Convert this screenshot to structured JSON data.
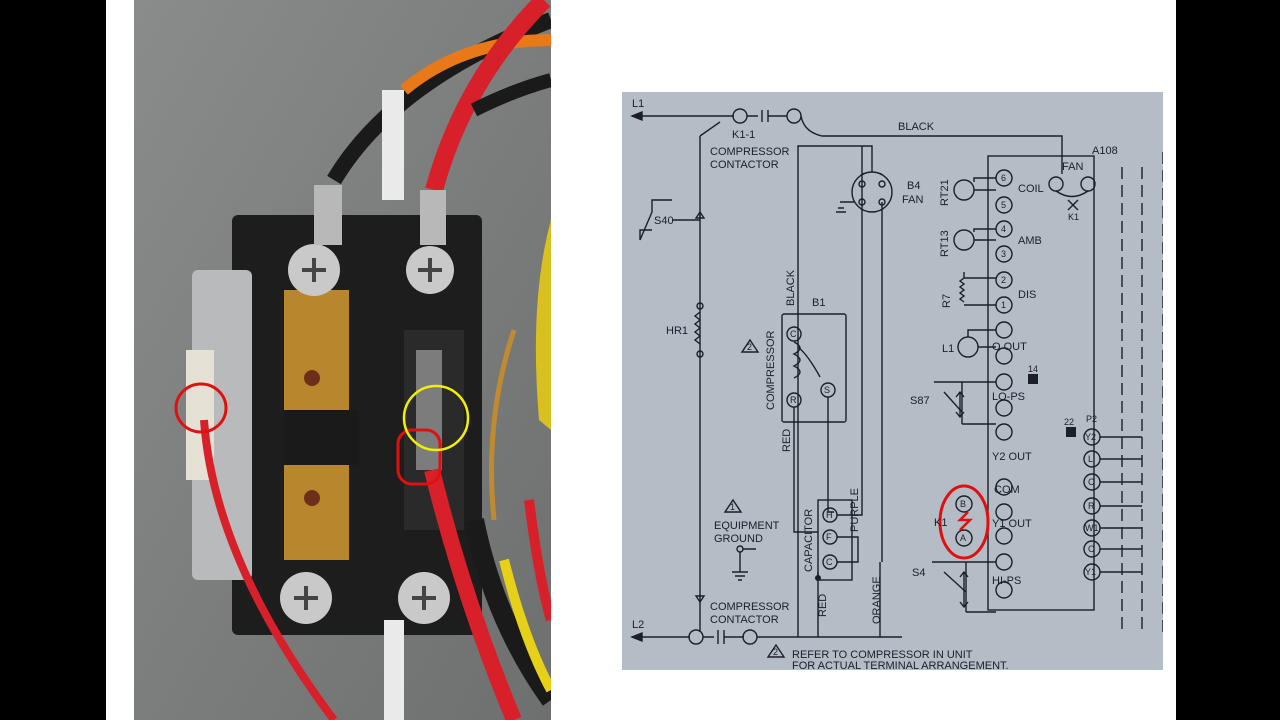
{
  "photo": {
    "description_icon": "contactor-photo-icon",
    "annotation_color": "#e01010",
    "highlight_color": "#f2f000"
  },
  "diagram": {
    "l1": "L1",
    "l2": "L2",
    "k1_1": "K1-1",
    "compressor_contactor_top_1": "COMPRESSOR",
    "compressor_contactor_top_2": "CONTACTOR",
    "compressor_contactor_bot_1": "COMPRESSOR",
    "compressor_contactor_bot_2": "CONTACTOR",
    "black_top": "BLACK",
    "b4": "B4",
    "fan": "FAN",
    "a108": "A108",
    "fan_relay": "FAN",
    "k1_small": "K1",
    "s40": "S40",
    "hr1": "HR1",
    "b1": "B1",
    "black_vert": "BLACK",
    "compressor_vert": "COMPRESSOR",
    "c_term": "C",
    "r_term": "R",
    "s_term": "S",
    "red_left": "RED",
    "capacitor": "CAPACITOR",
    "cap_h": "H",
    "cap_f": "F",
    "cap_c": "C",
    "purple": "PURPLE",
    "red_bottom": "RED",
    "orange": "ORANGE",
    "equipment_ground_1": "EQUIPMENT",
    "equipment_ground_2": "GROUND",
    "rt21": "RT21",
    "rt13": "RT13",
    "r7": "R7",
    "l1_coil": "L1",
    "s87": "S87",
    "s4": "S4",
    "k1_relay": "K1",
    "term_6": "6",
    "term_5": "5",
    "term_4": "4",
    "term_3": "3",
    "term_2": "2",
    "term_1": "1",
    "coil": "COIL",
    "amb": "AMB",
    "dis": "DIS",
    "o_out": "O OUT",
    "lo_ps": "LO-PS",
    "y2_out": "Y2 OUT",
    "com": "COM",
    "y1_out": "Y1 OUT",
    "hi_ps": "HI-PS",
    "t14": "14",
    "t22": "22",
    "p2": "P2",
    "b_term": "B",
    "a_term": "A",
    "y2": "Y2",
    "l": "L",
    "c": "C",
    "r": "R",
    "w1": "W1",
    "o": "O",
    "y1": "Y1",
    "note_1": "REFER TO COMPRESSOR IN UNIT",
    "note_2": "FOR ACTUAL TERMINAL ARRANGEMENT.",
    "note_num": "2",
    "warn_num": "2",
    "ground_warn": "1"
  }
}
